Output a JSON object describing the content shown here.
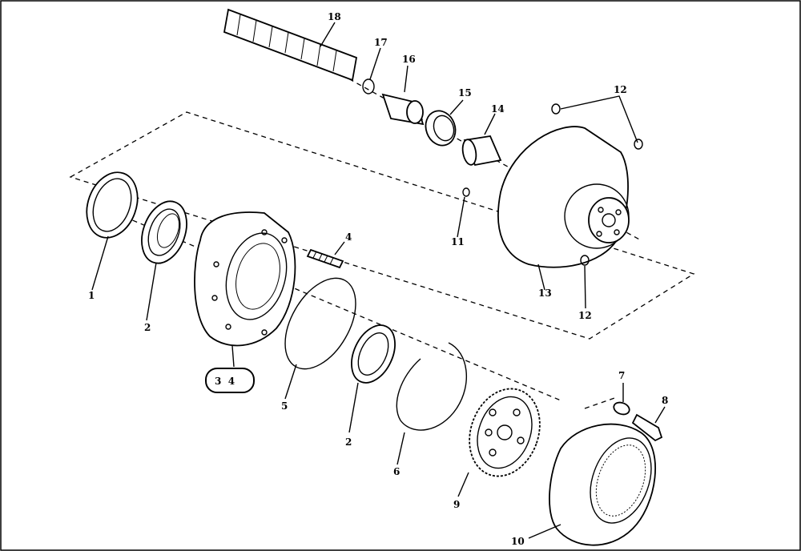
{
  "diagram": {
    "labels": {
      "l1": "1",
      "l2a": "2",
      "l2b": "2",
      "l34": "3  4",
      "l4": "4",
      "l5": "5",
      "l6": "6",
      "l7": "7",
      "l8": "8",
      "l9": "9",
      "l10": "10",
      "l11": "11",
      "l12a": "12",
      "l12b": "12",
      "l13": "13",
      "l14": "14",
      "l15": "15",
      "l16": "16",
      "l17": "17",
      "l18": "18"
    }
  }
}
